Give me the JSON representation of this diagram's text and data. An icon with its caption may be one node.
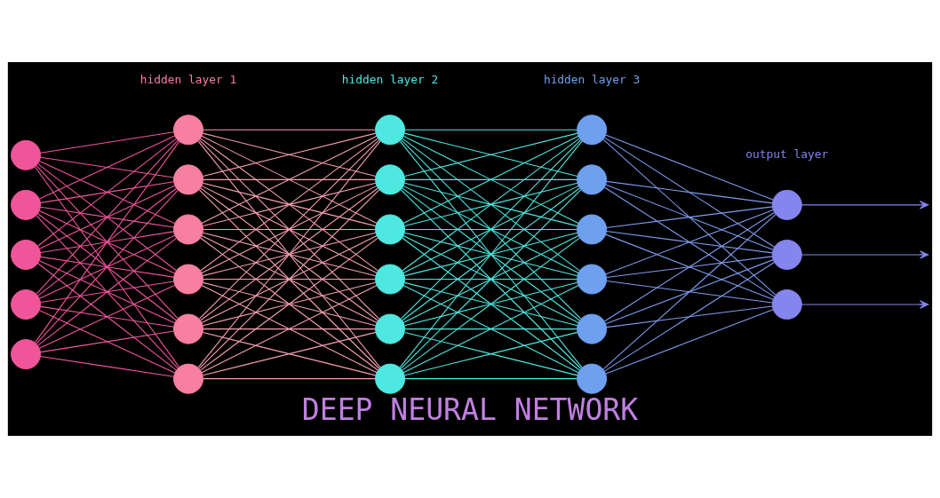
{
  "diagram": {
    "title": "DEEP NEURAL NETWORK",
    "nodes": [
      {
        "text": [],
        "shape": "circle"
      },
      {
        "text": [],
        "shape": "circle"
      },
      {
        "text": [],
        "shape": "circle"
      },
      {
        "text": [],
        "shape": "circle"
      },
      {
        "text": [],
        "shape": "circle"
      },
      {
        "text": [],
        "shape": "circle"
      },
      {
        "text": [],
        "shape": "circle"
      },
      {
        "text": [],
        "shape": "circle"
      },
      {
        "text": [],
        "shape": "circle"
      },
      {
        "text": [],
        "shape": "circle"
      },
      {
        "text": [],
        "shape": "circle"
      },
      {
        "text": [],
        "shape": "circle"
      },
      {
        "text": [],
        "shape": "circle"
      },
      {
        "text": [],
        "shape": "circle"
      },
      {
        "text": [],
        "shape": "circle"
      },
      {
        "text": [],
        "shape": "circle"
      },
      {
        "text": [],
        "shape": "circle"
      },
      {
        "text": [],
        "shape": "circle"
      },
      {
        "text": [],
        "shape": "circle"
      },
      {
        "text": [],
        "shape": "circle"
      },
      {
        "text": [],
        "shape": "circle"
      },
      {
        "text": [],
        "shape": "circle"
      },
      {
        "text": [],
        "shape": "circle"
      },
      {
        "text": [],
        "shape": "circle"
      },
      {
        "text": [],
        "shape": "circle"
      },
      {
        "text": [],
        "shape": "circle"
      }
    ],
    "edges": [
      {
        "from": 0,
        "to": 5,
        "arrow": "none",
        "color": "#f0559a"
      },
      {
        "from": 0,
        "to": 6,
        "arrow": "none",
        "color": "#f0559a"
      },
      {
        "from": 0,
        "to": 7,
        "arrow": "none",
        "color": "#f0559a"
      },
      {
        "from": 0,
        "to": 8,
        "arrow": "none",
        "color": "#f0559a"
      },
      {
        "from": 0,
        "to": 9,
        "arrow": "none",
        "color": "#f0559a"
      },
      {
        "from": 0,
        "to": 10,
        "arrow": "none",
        "color": "#f0559a"
      },
      {
        "from": 1,
        "to": 5,
        "arrow": "none",
        "color": "#f0559a"
      },
      {
        "from": 1,
        "to": 6,
        "arrow": "none",
        "color": "#f0559a"
      },
      {
        "from": 1,
        "to": 7,
        "arrow": "none",
        "color": "#f0559a"
      },
      {
        "from": 1,
        "to": 8,
        "arrow": "none",
        "color": "#f0559a"
      },
      {
        "from": 1,
        "to": 9,
        "arrow": "none",
        "color": "#f0559a"
      },
      {
        "from": 1,
        "to": 10,
        "arrow": "none",
        "color": "#f0559a"
      },
      {
        "from": 2,
        "to": 5,
        "arrow": "none",
        "color": "#f0559a"
      },
      {
        "from": 2,
        "to": 6,
        "arrow": "none",
        "color": "#f0559a"
      },
      {
        "from": 2,
        "to": 7,
        "arrow": "none",
        "color": "#f0559a"
      },
      {
        "from": 2,
        "to": 8,
        "arrow": "none",
        "color": "#f0559a"
      },
      {
        "from": 2,
        "to": 9,
        "arrow": "none",
        "color": "#f0559a"
      },
      {
        "from": 2,
        "to": 10,
        "arrow": "none",
        "color": "#f0559a"
      },
      {
        "from": 3,
        "to": 5,
        "arrow": "none",
        "color": "#f0559a"
      },
      {
        "from": 3,
        "to": 6,
        "arrow": "none",
        "color": "#f0559a"
      },
      {
        "from": 3,
        "to": 7,
        "arrow": "none",
        "color": "#f0559a"
      },
      {
        "from": 3,
        "to": 8,
        "arrow": "none",
        "color": "#f0559a"
      },
      {
        "from": 3,
        "to": 9,
        "arrow": "none",
        "color": "#f0559a"
      },
      {
        "from": 3,
        "to": 10,
        "arrow": "none",
        "color": "#f0559a"
      },
      {
        "from": 4,
        "to": 5,
        "arrow": "none",
        "color": "#f0559a"
      },
      {
        "from": 4,
        "to": 6,
        "arrow": "none",
        "color": "#f0559a"
      },
      {
        "from": 4,
        "to": 7,
        "arrow": "none",
        "color": "#f0559a"
      },
      {
        "from": 4,
        "to": 8,
        "arrow": "none",
        "color": "#f0559a"
      },
      {
        "from": 4,
        "to": 9,
        "arrow": "none",
        "color": "#f0559a"
      },
      {
        "from": 4,
        "to": 10,
        "arrow": "none",
        "color": "#f0559a"
      },
      {
        "from": 5,
        "to": 11,
        "arrow": "none",
        "color": "#f7a0b0"
      },
      {
        "from": 5,
        "to": 12,
        "arrow": "none",
        "color": "#f7a0b0"
      },
      {
        "from": 5,
        "to": 13,
        "arrow": "none",
        "color": "#f7a0b0"
      },
      {
        "from": 5,
        "to": 14,
        "arrow": "none",
        "color": "#f7a0b0"
      },
      {
        "from": 5,
        "to": 15,
        "arrow": "none",
        "color": "#f7a0b0"
      },
      {
        "from": 5,
        "to": 16,
        "arrow": "none",
        "color": "#f7a0b0"
      },
      {
        "from": 6,
        "to": 11,
        "arrow": "none",
        "color": "#f7a0b0"
      },
      {
        "from": 6,
        "to": 12,
        "arrow": "none",
        "color": "#f7a0b0"
      },
      {
        "from": 6,
        "to": 13,
        "arrow": "none",
        "color": "#f7a0b0"
      },
      {
        "from": 6,
        "to": 14,
        "arrow": "none",
        "color": "#f7a0b0"
      },
      {
        "from": 6,
        "to": 15,
        "arrow": "none",
        "color": "#f7a0b0"
      },
      {
        "from": 6,
        "to": 16,
        "arrow": "none",
        "color": "#f7a0b0"
      },
      {
        "from": 7,
        "to": 11,
        "arrow": "none",
        "color": "#f7a0b0"
      },
      {
        "from": 7,
        "to": 12,
        "arrow": "none",
        "color": "#f7a0b0"
      },
      {
        "from": 7,
        "to": 13,
        "arrow": "none",
        "color": "#f7a0b0"
      },
      {
        "from": 7,
        "to": 14,
        "arrow": "none",
        "color": "#f7a0b0"
      },
      {
        "from": 7,
        "to": 15,
        "arrow": "none",
        "color": "#f7a0b0"
      },
      {
        "from": 7,
        "to": 16,
        "arrow": "none",
        "color": "#f7a0b0"
      },
      {
        "from": 8,
        "to": 11,
        "arrow": "none",
        "color": "#f7a0b0"
      },
      {
        "from": 8,
        "to": 12,
        "arrow": "none",
        "color": "#f7a0b0"
      },
      {
        "from": 8,
        "to": 13,
        "arrow": "none",
        "color": "#f7a0b0"
      },
      {
        "from": 8,
        "to": 14,
        "arrow": "none",
        "color": "#f7a0b0"
      },
      {
        "from": 8,
        "to": 15,
        "arrow": "none",
        "color": "#f7a0b0"
      },
      {
        "from": 8,
        "to": 16,
        "arrow": "none",
        "color": "#f7a0b0"
      },
      {
        "from": 9,
        "to": 11,
        "arrow": "none",
        "color": "#f7a0b0"
      },
      {
        "from": 9,
        "to": 12,
        "arrow": "none",
        "color": "#f7a0b0"
      },
      {
        "from": 9,
        "to": 13,
        "arrow": "none",
        "color": "#f7a0b0"
      },
      {
        "from": 9,
        "to": 14,
        "arrow": "none",
        "color": "#f7a0b0"
      },
      {
        "from": 9,
        "to": 15,
        "arrow": "none",
        "color": "#f7a0b0"
      },
      {
        "from": 9,
        "to": 16,
        "arrow": "none",
        "color": "#f7a0b0"
      },
      {
        "from": 10,
        "to": 11,
        "arrow": "none",
        "color": "#f7a0b0"
      },
      {
        "from": 10,
        "to": 12,
        "arrow": "none",
        "color": "#f7a0b0"
      },
      {
        "from": 10,
        "to": 13,
        "arrow": "none",
        "color": "#f7a0b0"
      },
      {
        "from": 10,
        "to": 14,
        "arrow": "none",
        "color": "#f7a0b0"
      },
      {
        "from": 10,
        "to": 15,
        "arrow": "none",
        "color": "#f7a0b0"
      },
      {
        "from": 10,
        "to": 16,
        "arrow": "none",
        "color": "#f7a0b0"
      },
      {
        "from": 11,
        "to": 17,
        "arrow": "none",
        "color": "#4ee8e0"
      },
      {
        "from": 11,
        "to": 18,
        "arrow": "none",
        "color": "#4ee8e0"
      },
      {
        "from": 11,
        "to": 19,
        "arrow": "none",
        "color": "#4ee8e0"
      },
      {
        "from": 11,
        "to": 20,
        "arrow": "none",
        "color": "#4ee8e0"
      },
      {
        "from": 11,
        "to": 21,
        "arrow": "none",
        "color": "#4ee8e0"
      },
      {
        "from": 11,
        "to": 22,
        "arrow": "none",
        "color": "#4ee8e0"
      },
      {
        "from": 12,
        "to": 17,
        "arrow": "none",
        "color": "#4ee8e0"
      },
      {
        "from": 12,
        "to": 18,
        "arrow": "none",
        "color": "#4ee8e0"
      },
      {
        "from": 12,
        "to": 19,
        "arrow": "none",
        "color": "#4ee8e0"
      },
      {
        "from": 12,
        "to": 20,
        "arrow": "none",
        "color": "#4ee8e0"
      },
      {
        "from": 12,
        "to": 21,
        "arrow": "none",
        "color": "#4ee8e0"
      },
      {
        "from": 12,
        "to": 22,
        "arrow": "none",
        "color": "#4ee8e0"
      },
      {
        "from": 13,
        "to": 17,
        "arrow": "none",
        "color": "#4ee8e0"
      },
      {
        "from": 13,
        "to": 18,
        "arrow": "none",
        "color": "#4ee8e0"
      },
      {
        "from": 13,
        "to": 19,
        "arrow": "none",
        "color": "#4ee8e0"
      },
      {
        "from": 13,
        "to": 20,
        "arrow": "none",
        "color": "#4ee8e0"
      },
      {
        "from": 13,
        "to": 21,
        "arrow": "none",
        "color": "#4ee8e0"
      },
      {
        "from": 13,
        "to": 22,
        "arrow": "none",
        "color": "#4ee8e0"
      },
      {
        "from": 14,
        "to": 17,
        "arrow": "none",
        "color": "#4ee8e0"
      },
      {
        "from": 14,
        "to": 18,
        "arrow": "none",
        "color": "#4ee8e0"
      },
      {
        "from": 14,
        "to": 19,
        "arrow": "none",
        "color": "#4ee8e0"
      },
      {
        "from": 14,
        "to": 20,
        "arrow": "none",
        "color": "#4ee8e0"
      },
      {
        "from": 14,
        "to": 21,
        "arrow": "none",
        "color": "#4ee8e0"
      },
      {
        "from": 14,
        "to": 22,
        "arrow": "none",
        "color": "#4ee8e0"
      },
      {
        "from": 15,
        "to": 17,
        "arrow": "none",
        "color": "#4ee8e0"
      },
      {
        "from": 15,
        "to": 18,
        "arrow": "none",
        "color": "#4ee8e0"
      },
      {
        "from": 15,
        "to": 19,
        "arrow": "none",
        "color": "#4ee8e0"
      },
      {
        "from": 15,
        "to": 20,
        "arrow": "none",
        "color": "#4ee8e0"
      },
      {
        "from": 15,
        "to": 21,
        "arrow": "none",
        "color": "#4ee8e0"
      },
      {
        "from": 15,
        "to": 22,
        "arrow": "none",
        "color": "#4ee8e0"
      },
      {
        "from": 16,
        "to": 17,
        "arrow": "none",
        "color": "#4ee8e0"
      },
      {
        "from": 16,
        "to": 18,
        "arrow": "none",
        "color": "#4ee8e0"
      },
      {
        "from": 16,
        "to": 19,
        "arrow": "none",
        "color": "#4ee8e0"
      },
      {
        "from": 16,
        "to": 20,
        "arrow": "none",
        "color": "#4ee8e0"
      },
      {
        "from": 16,
        "to": 21,
        "arrow": "none",
        "color": "#4ee8e0"
      },
      {
        "from": 16,
        "to": 22,
        "arrow": "none",
        "color": "#4ee8e0"
      },
      {
        "from": 17,
        "to": 23,
        "arrow": "none",
        "color": "#7f9cf0"
      },
      {
        "from": 17,
        "to": 24,
        "arrow": "none",
        "color": "#7f9cf0"
      },
      {
        "from": 17,
        "to": 25,
        "arrow": "none",
        "color": "#7f9cf0"
      },
      {
        "from": 18,
        "to": 23,
        "arrow": "none",
        "color": "#7f9cf0"
      },
      {
        "from": 18,
        "to": 24,
        "arrow": "none",
        "color": "#7f9cf0"
      },
      {
        "from": 18,
        "to": 25,
        "arrow": "none",
        "color": "#7f9cf0"
      },
      {
        "from": 19,
        "to": 23,
        "arrow": "none",
        "color": "#7f9cf0"
      },
      {
        "from": 19,
        "to": 24,
        "arrow": "none",
        "color": "#7f9cf0"
      },
      {
        "from": 19,
        "to": 25,
        "arrow": "none",
        "color": "#7f9cf0"
      },
      {
        "from": 20,
        "to": 23,
        "arrow": "none",
        "color": "#7f9cf0"
      },
      {
        "from": 20,
        "to": 24,
        "arrow": "none",
        "color": "#7f9cf0"
      },
      {
        "from": 20,
        "to": 25,
        "arrow": "none",
        "color": "#7f9cf0"
      },
      {
        "from": 21,
        "to": 23,
        "arrow": "none",
        "color": "#7f9cf0"
      },
      {
        "from": 21,
        "to": 24,
        "arrow": "none",
        "color": "#7f9cf0"
      },
      {
        "from": 21,
        "to": 25,
        "arrow": "none",
        "color": "#7f9cf0"
      },
      {
        "from": 22,
        "to": 23,
        "arrow": "none",
        "color": "#7f9cf0"
      },
      {
        "from": 22,
        "to": 24,
        "arrow": "none",
        "color": "#7f9cf0"
      },
      {
        "from": 22,
        "to": 25,
        "arrow": "none",
        "color": "#7f9cf0"
      },
      {
        "from": 23,
        "to": null,
        "arrow": "to",
        "color": "#8585ee"
      },
      {
        "from": 24,
        "to": null,
        "arrow": "to",
        "color": "#8585ee"
      },
      {
        "from": 25,
        "to": null,
        "arrow": "to",
        "color": "#8585ee"
      }
    ],
    "labels": [
      "hidden layer 1",
      "hidden layer 2",
      "hidden layer 3",
      "output layer"
    ]
  }
}
